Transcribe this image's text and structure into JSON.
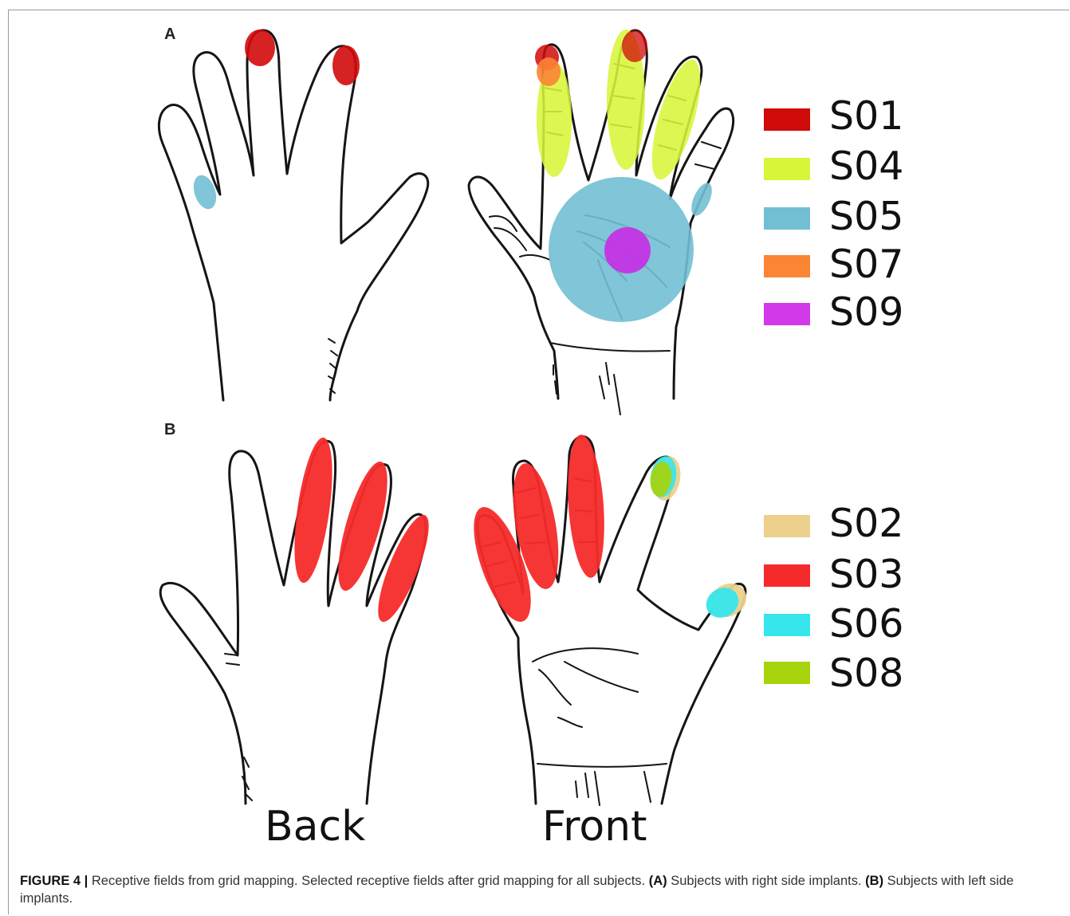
{
  "panels": {
    "a": {
      "label": "A"
    },
    "b": {
      "label": "B"
    }
  },
  "sides": {
    "back": "Back",
    "front": "Front"
  },
  "legend_a": [
    {
      "label": "S01",
      "color": "#d10a0a"
    },
    {
      "label": "S04",
      "color": "#d8f53a"
    },
    {
      "label": "S05",
      "color": "#72bfd4"
    },
    {
      "label": "S07",
      "color": "#fb8534"
    },
    {
      "label": "S09",
      "color": "#d23ae9"
    }
  ],
  "legend_b": [
    {
      "label": "S02",
      "color": "#ecd08c"
    },
    {
      "label": "S03",
      "color": "#f52a2a"
    },
    {
      "label": "S06",
      "color": "#37e6ec"
    },
    {
      "label": "S08",
      "color": "#a7d40c"
    }
  ],
  "caption": {
    "figure": "FIGURE 4 |",
    "text1": " Receptive fields from grid mapping. Selected receptive fields after grid mapping for all subjects. ",
    "a_tag": "(A)",
    "text2": " Subjects with right side implants. ",
    "b_tag": "(B)",
    "text3": " Subjects with left side implants."
  }
}
